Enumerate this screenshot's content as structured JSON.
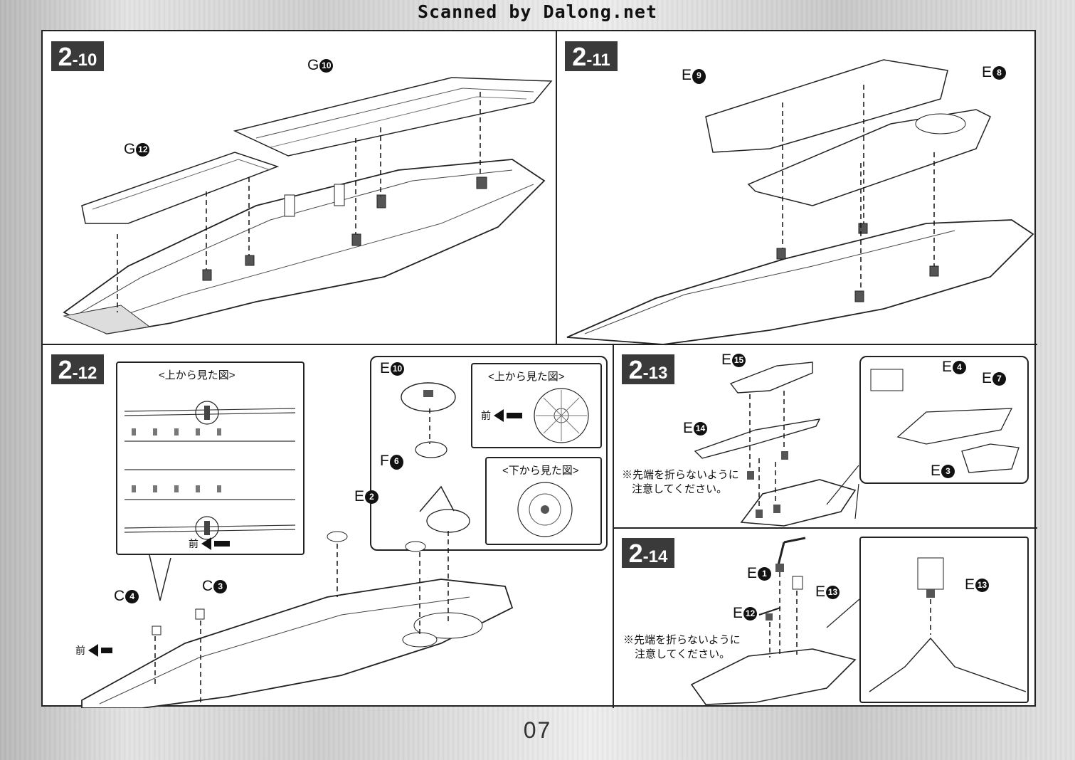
{
  "scan_credit": "Scanned by Dalong.net",
  "page_number": "07",
  "steps": {
    "s2_10": {
      "big": "2",
      "small": "-10",
      "labels": {
        "g10": "10",
        "g12": "12"
      }
    },
    "s2_11": {
      "big": "2",
      "small": "-11",
      "labels": {
        "e9": "9",
        "e8": "8"
      }
    },
    "s2_12": {
      "big": "2",
      "small": "-12",
      "view_top_1": "<上から見た図>",
      "view_top_2": "<上から見た図>",
      "view_bottom": "<下から見た図>",
      "front": "前",
      "front2": "前",
      "front3": "前",
      "labels": {
        "e10": "10",
        "f6": "6",
        "e2": "2",
        "c4": "4",
        "c3": "3"
      }
    },
    "s2_13": {
      "big": "2",
      "small": "-13",
      "note_line1": "※先端を折らないように",
      "note_line2": "注意してください。",
      "labels": {
        "e15": "15",
        "e14": "14",
        "e4": "4",
        "e7": "7",
        "e3": "3"
      }
    },
    "s2_14": {
      "big": "2",
      "small": "-14",
      "note_line1": "※先端を折らないように",
      "note_line2": "注意してください。",
      "labels": {
        "e1": "1",
        "e13": "13",
        "e12": "12",
        "e13b": "13"
      }
    }
  },
  "letters": {
    "G": "G",
    "E": "E",
    "F": "F",
    "C": "C"
  }
}
